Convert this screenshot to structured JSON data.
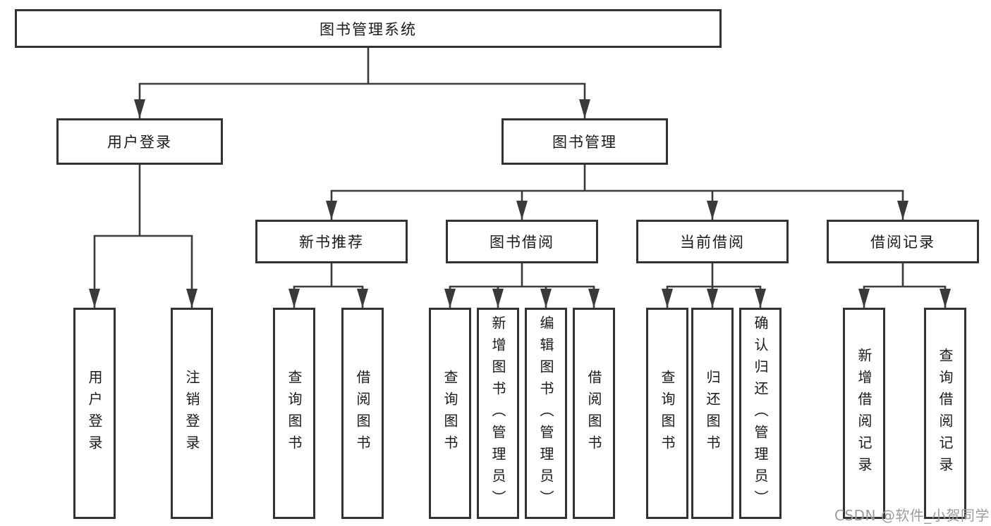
{
  "diagram_title": "图书管理系统",
  "nodes": {
    "root": {
      "label": "图书管理系统"
    },
    "user_login": {
      "label": "用户登录"
    },
    "book_mgmt": {
      "label": "图书管理"
    },
    "new_book": {
      "label": "新书推荐"
    },
    "book_borrow": {
      "label": "图书借阅"
    },
    "current_borrow": {
      "label": "当前借阅"
    },
    "borrow_record": {
      "label": "借阅记录"
    },
    "leaf_user_login": {
      "label": "用户登录"
    },
    "leaf_logout": {
      "label": "注销登录"
    },
    "leaf_nb_query": {
      "label": "查询图书"
    },
    "leaf_nb_borrow": {
      "label": "借阅图书"
    },
    "leaf_bb_query": {
      "label": "查询图书"
    },
    "leaf_bb_add": {
      "label": "新增图书（管理员）"
    },
    "leaf_bb_edit": {
      "label": "编辑图书（管理员）"
    },
    "leaf_bb_borrow": {
      "label": "借阅图书"
    },
    "leaf_cb_query": {
      "label": "查询图书"
    },
    "leaf_cb_return": {
      "label": "归还图书"
    },
    "leaf_cb_confirm": {
      "label": "确认归还（管理员）"
    },
    "leaf_br_add": {
      "label": "新增借阅记录"
    },
    "leaf_br_query": {
      "label": "查询借阅记录"
    }
  },
  "watermark": {
    "text": "CSDN @软件_小贺同学"
  },
  "colors": {
    "line": "#3a3a3a",
    "box_border": "#333333",
    "text": "#1a1a1a",
    "background": "#ffffff",
    "watermark": "#9c9c9c"
  }
}
